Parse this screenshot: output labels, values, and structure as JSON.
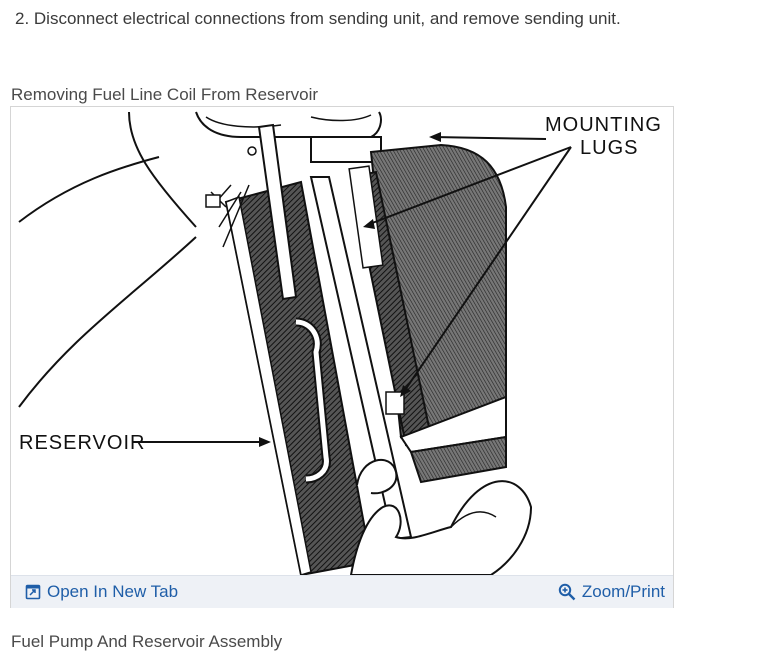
{
  "step": {
    "text": "2. Disconnect electrical connections from sending unit, and remove sending unit."
  },
  "figure": {
    "caption": "Removing Fuel Line Coil From Reservoir",
    "labels": {
      "mounting": "MOUNTING",
      "lugs": "LUGS",
      "reservoir": "RESERVOIR"
    },
    "actions": {
      "open_new_tab": "Open In New Tab",
      "zoom_print": "Zoom/Print"
    }
  },
  "next_figure": {
    "caption": "Fuel Pump And Reservoir Assembly"
  },
  "colors": {
    "link": "#1f5ea8",
    "toolbar_bg": "#eef1f6"
  }
}
